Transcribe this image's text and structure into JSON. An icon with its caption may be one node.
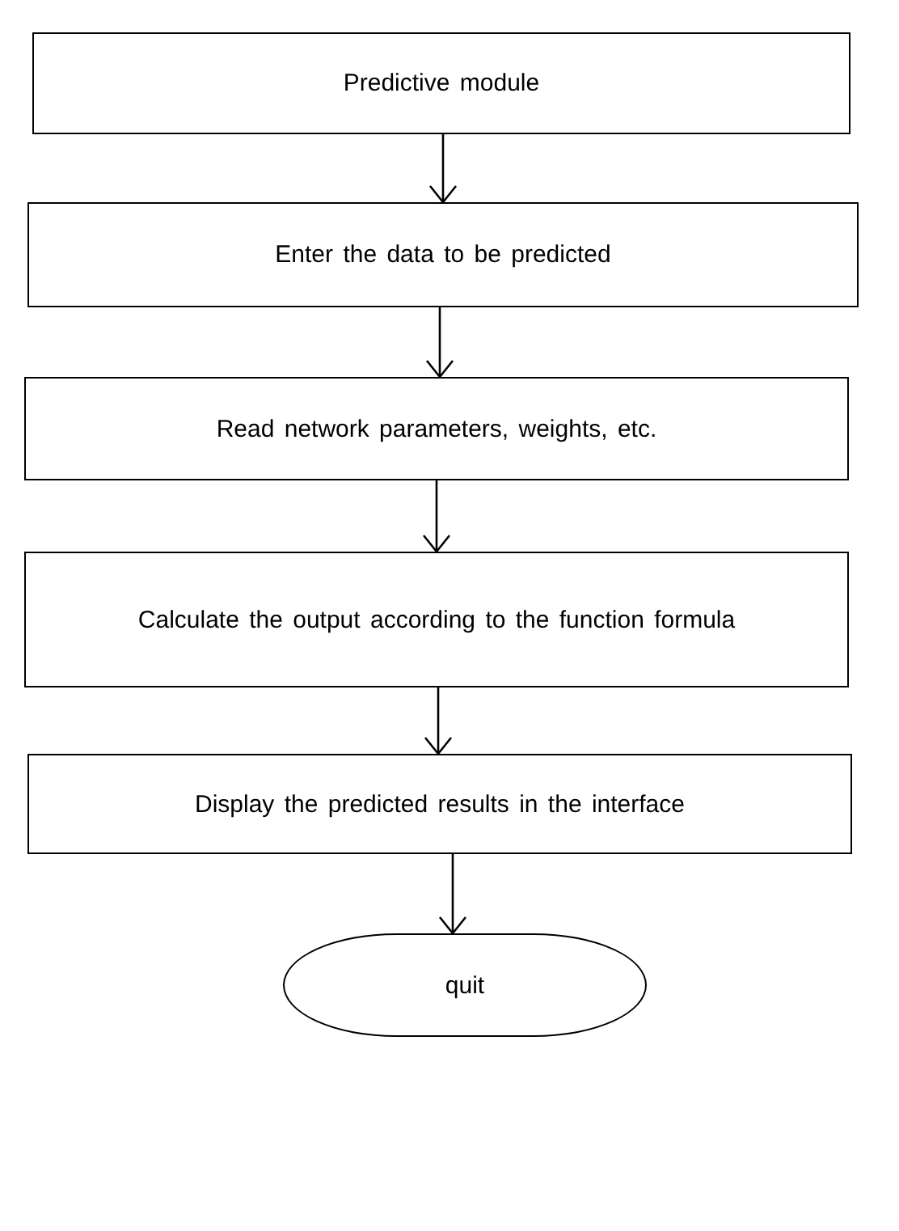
{
  "diagram": {
    "nodes": [
      {
        "text": [
          "Predictive module"
        ]
      },
      {
        "text": [
          "Enter the data to be predicted"
        ]
      },
      {
        "text": [
          "Read network parameters, weights, etc."
        ]
      },
      {
        "text": [
          "Calculate the output according to the function formula"
        ]
      },
      {
        "text": [
          "Display the predicted results in the interface"
        ]
      },
      {
        "text": [
          "quit"
        ]
      }
    ],
    "edges": [
      {
        "from": 0,
        "to": 1,
        "arrow": "to"
      },
      {
        "from": 1,
        "to": 2,
        "arrow": "to"
      },
      {
        "from": 2,
        "to": 3,
        "arrow": "to"
      },
      {
        "from": 3,
        "to": 4,
        "arrow": "to"
      },
      {
        "from": 4,
        "to": 5,
        "arrow": "to"
      }
    ]
  }
}
